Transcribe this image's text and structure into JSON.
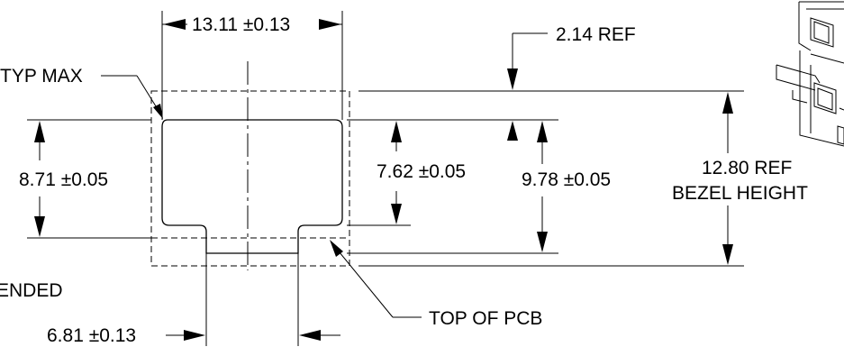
{
  "dimensions": {
    "width_top": "13.11 ±0.13",
    "ref_214": "2.14 REF",
    "typ_max": "TYP MAX",
    "h_871": "8.71 ±0.05",
    "h_762": "7.62 ±0.05",
    "h_978": "9.78 ±0.05",
    "bezel_ref": "12.80 REF",
    "bezel_height": "BEZEL HEIGHT",
    "ended": "ENDED",
    "top_of_pcb": "TOP OF PCB",
    "w_681": "6.81 ±0.13"
  }
}
